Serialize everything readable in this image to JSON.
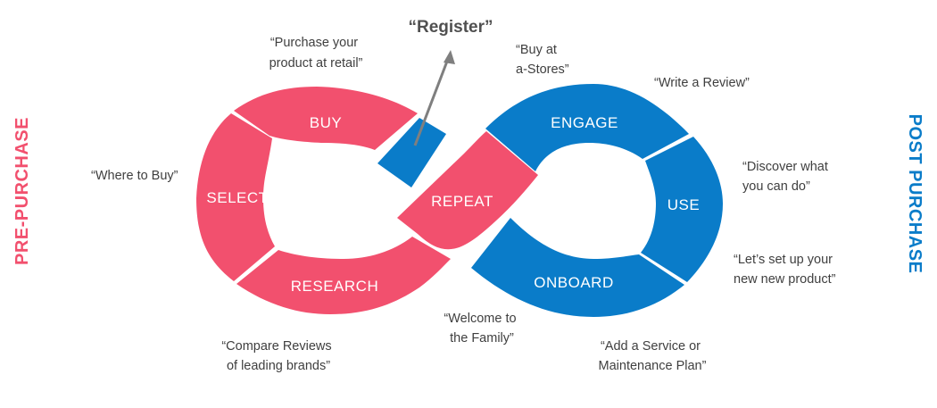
{
  "colors": {
    "pre": "#f2506e",
    "post": "#0a7cc9",
    "arrow": "#7f7f7f",
    "text": "#3f3f3f"
  },
  "side_labels": {
    "pre": "PRE-PURCHASE",
    "post": "POST PURCHASE"
  },
  "segments": {
    "buy": "BUY",
    "select": "SELECT",
    "research": "RESEARCH",
    "repeat": "REPEAT",
    "engage": "ENGAGE",
    "use": "USE",
    "onboard": "ONBOARD"
  },
  "register": "“Register”",
  "quotes": {
    "purchase": [
      "“Purchase your",
      "product  at retail”"
    ],
    "buy_at": [
      "“Buy at",
      "a-Stores”"
    ],
    "write_review": [
      "“Write a Review”"
    ],
    "where_to_buy": [
      "“Where to Buy”"
    ],
    "discover": [
      "“Discover what",
      "you can do”"
    ],
    "setup": [
      "“Let’s set up your",
      "new new product”"
    ],
    "welcome": [
      "“Welcome to",
      "the Family”"
    ],
    "compare": [
      "“Compare Reviews",
      "of leading brands”"
    ],
    "service": [
      "“Add a Service or",
      "Maintenance Plan”"
    ]
  }
}
